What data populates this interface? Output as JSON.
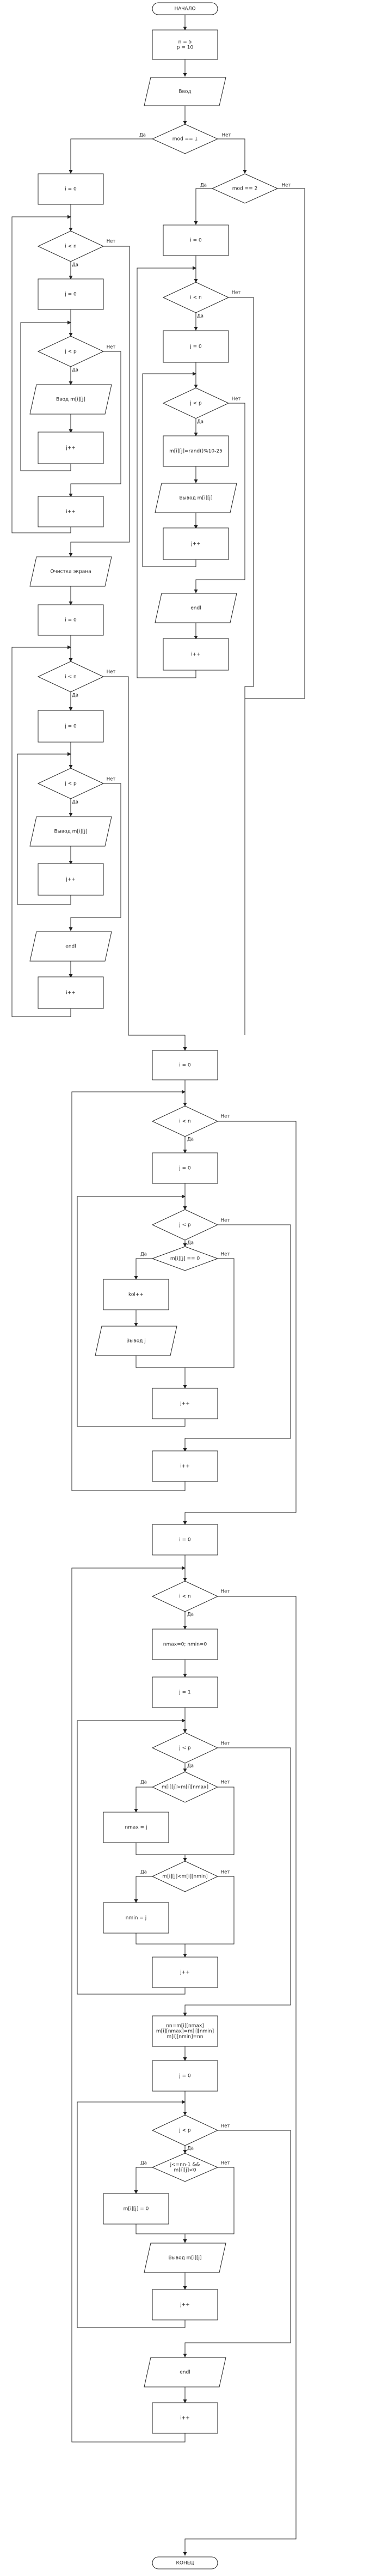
{
  "diagram": {
    "start": "НАЧАЛО",
    "end": "КОНЕЦ",
    "yes": "Да",
    "no": "Нет",
    "init": [
      "n = 5",
      "p = 10"
    ],
    "input_block": "Ввод",
    "mode_check_1": "mod == 1",
    "mode_check_2": "mod == 2",
    "i_zero": "i = 0",
    "j_zero": "j = 0",
    "j_one": "j = 1",
    "i_lt_n": "i < n",
    "j_lt_p": "j < p",
    "j_inc": "j++",
    "i_inc": "i++",
    "input_elem": "Ввод m[i][j]",
    "rand_assign": "m[i][j]=rand()%10-25",
    "output_elem": "Вывод m[i][j]",
    "endl": "endl",
    "clear_screen": "Очистка экрана",
    "cond_zero": "m[i][j] == 0",
    "kol_inc": "kol++",
    "output_j": "Вывод j",
    "minmax_init": "nmax=0; nmin=0",
    "cond_max": "m[i][j]>m[i][nmax]",
    "nmax_assign": "nmax = j",
    "cond_min": "m[i][j]<m[i][nmin]",
    "nmin_assign": "nmin = j",
    "swap": [
      "nn=m[i][nmax]",
      "m[i][nmax]=m[i][nmin]",
      "m[i][nmin]=nn"
    ],
    "cond_range": [
      "j<=nn-1 &&",
      "m[i][j]<0"
    ],
    "zero_assign": "m[i][j] = 0"
  }
}
